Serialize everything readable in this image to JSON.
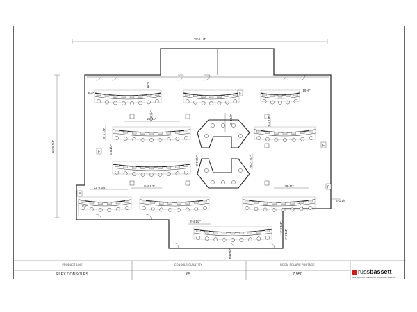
{
  "drawing": {
    "dimensions": {
      "top_width": "75'-6 1/4\"",
      "left_height": "69'-6 1/4\"",
      "d_5_6_left": "5'-6\"",
      "d_10_6_top": "10'-6\"",
      "d_10_6_right": "10'-6\"",
      "d_25_11_top": "25'-11\"",
      "d_8_1_4": "8'-1 1/4\"",
      "d_7_5_1_4": "7'-5 1/4\"",
      "d_6_9_1_4": "6'-9 1/4\"",
      "d_3_6_3_4": "3'-6 3/4\"",
      "d_8_6_3_4": "8'-6 3/4\"",
      "d_22_8_3_4": "22'-8 3/4\"",
      "d_9_4_1_2_a": "9'-4 1/2\"",
      "d_12_7": "12'-7\"",
      "d_25_2_3_4": "25'-2 3/4\"",
      "d_29_11": "29'-11\"",
      "d_5_1_1_4": "5'-1 1/4\"",
      "d_9_4_1_2_b": "9'-4 1/2\"",
      "d_4_5_1_4_a": "4'-5 1/4\"",
      "d_4_5_1_4_b": "4'-5 1/4\"",
      "d_3_6_3_4_b": "3'-6 3/4\"",
      "d_9_4_1_2_c": "9'-4 1/2\""
    },
    "room_tags": {
      "f_left_1": "F",
      "f_left_2": "F",
      "f_right_1": "F",
      "f_right_2": "F",
      "f_top": "F"
    }
  },
  "title_block": {
    "product_line_label": "PRODUCT LINE",
    "product_line_value": "FLEX CONSOLES",
    "console_qty_label": "CONSOLE QUANTITY",
    "console_qty_value": "65",
    "footage_label": "ROOM SQUARE FOOTAGE",
    "footage_value": "7,950",
    "logo_part1": "russ",
    "logo_part2": "bassett",
    "address": "8189 Byron Rd. Whittier, CA 90606 (800) 350-2445"
  }
}
